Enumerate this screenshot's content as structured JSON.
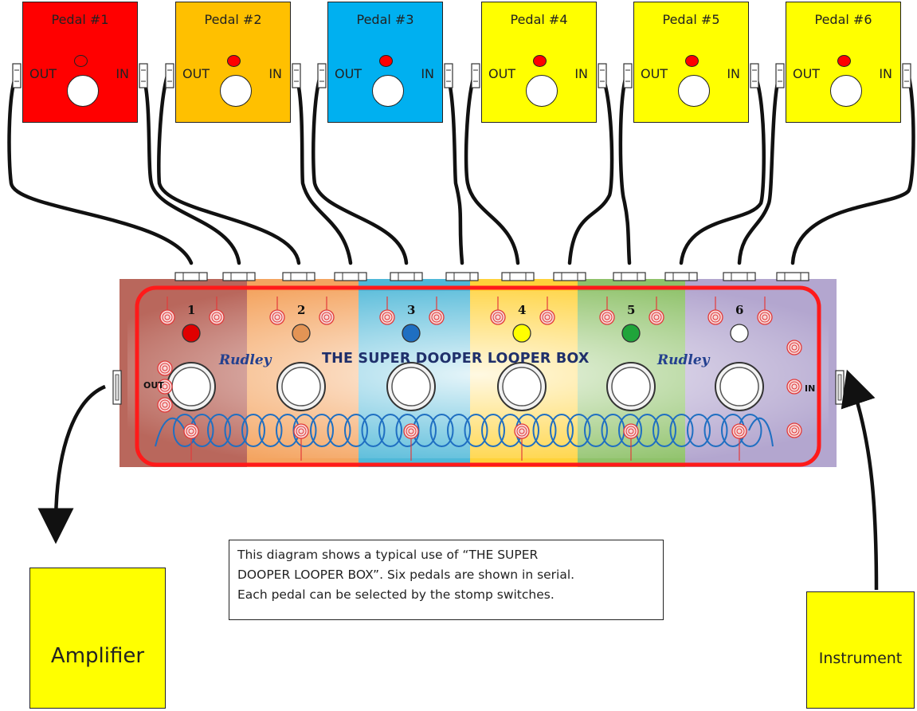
{
  "pedals": [
    {
      "label": "Pedal #1",
      "out": "OUT",
      "in": "IN",
      "color": "#ff0000",
      "led": "#ff0000"
    },
    {
      "label": "Pedal #2",
      "out": "OUT",
      "in": "IN",
      "color": "#ffc000",
      "led": "#ff0000"
    },
    {
      "label": "Pedal #3",
      "out": "OUT",
      "in": "IN",
      "color": "#00b0f0",
      "led": "#ff0000"
    },
    {
      "label": "Pedal #4",
      "out": "OUT",
      "in": "IN",
      "color": "#ffff00",
      "led": "#ff0000"
    },
    {
      "label": "Pedal #5",
      "out": "OUT",
      "in": "IN",
      "color": "#ffff00",
      "led": "#ff0000"
    },
    {
      "label": "Pedal #6",
      "out": "OUT",
      "in": "IN",
      "color": "#ffff00",
      "led": "#ff0000"
    }
  ],
  "looper": {
    "title": "THE SUPER DOOPER LOOPER BOX",
    "brand_left": "Rudley",
    "brand_right": "Rudley",
    "out_label": "OUT",
    "in_label": "IN",
    "loops": [
      {
        "number": "1",
        "led": "#e00000",
        "band": "#b9675c"
      },
      {
        "number": "2",
        "led": "#e39455",
        "band": "#f4a460"
      },
      {
        "number": "3",
        "led": "#1f6fc2",
        "band": "#4fb8d8"
      },
      {
        "number": "4",
        "led": "#ffff00",
        "band": "#ffd23a"
      },
      {
        "number": "5",
        "led": "#1fa53a",
        "band": "#8fc26a"
      },
      {
        "number": "6",
        "led": "#ffffff",
        "band": "#b3a6cf"
      }
    ]
  },
  "amplifier": {
    "label": "Amplifier"
  },
  "instrument": {
    "label": "Instrument"
  },
  "note": {
    "line1": "This diagram shows a typical use of “THE SUPER",
    "line2": "DOOPER LOOPER BOX”. Six pedals are shown in serial.",
    "line3": "Each pedal can be selected by the stomp switches."
  },
  "colors": {
    "accent_border": "#ff1a1a",
    "cable": "#111111",
    "label_box": "#ffff00"
  }
}
